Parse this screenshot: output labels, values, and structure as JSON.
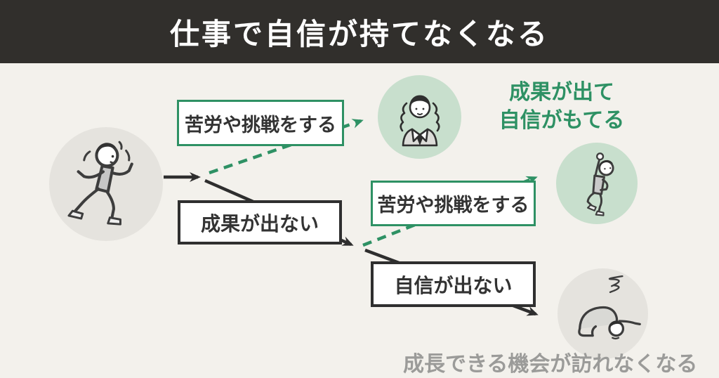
{
  "header": {
    "title": "仕事で自信が持てなくなる"
  },
  "flow": {
    "box_challenge_top": "苦労や挑戦をする",
    "box_no_results": "成果が出ない",
    "box_challenge_mid": "苦労や挑戦をする",
    "box_no_confidence": "自信が出ない",
    "outcome_success_line1": "成果が出て",
    "outcome_success_line2": "自信がもてる",
    "outcome_failure": "成長できる機会が訪れなくなる"
  },
  "illustrations": {
    "start": "running-person-icon",
    "success_top": "confident-woman-icon",
    "success_mid": "celebrating-man-icon",
    "failure": "collapsed-person-icon"
  },
  "colors": {
    "header_bg": "#312f2c",
    "page_bg": "#f3f1ec",
    "accent_green": "#2e9164",
    "light_green_circle": "#c8dfcd",
    "light_gray_circle": "#e5e3de",
    "dark_text": "#333333",
    "muted_gray_text": "#9b9b99"
  }
}
